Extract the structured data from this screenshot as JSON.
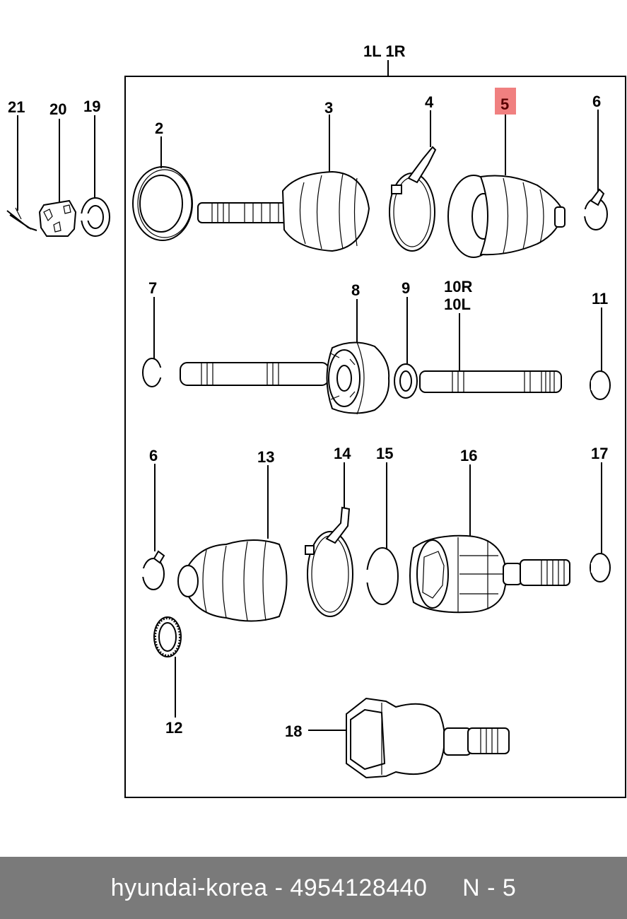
{
  "diagram": {
    "assembly_label": "1L  1R",
    "highlight_color": "#f08080",
    "labels": {
      "p2": "2",
      "p3": "3",
      "p4": "4",
      "p5": "5",
      "p6a": "6",
      "p7": "7",
      "p8": "8",
      "p9": "9",
      "p10r": "10R",
      "p10l": "10L",
      "p11": "11",
      "p6b": "6",
      "p13": "13",
      "p14": "14",
      "p15": "15",
      "p16": "16",
      "p17": "17",
      "p12": "12",
      "p18": "18",
      "p19": "19",
      "p20": "20",
      "p21": "21"
    },
    "highlighted_part": "5"
  },
  "footer": {
    "text": "hyundai-korea - 4954128440     N - 5"
  }
}
